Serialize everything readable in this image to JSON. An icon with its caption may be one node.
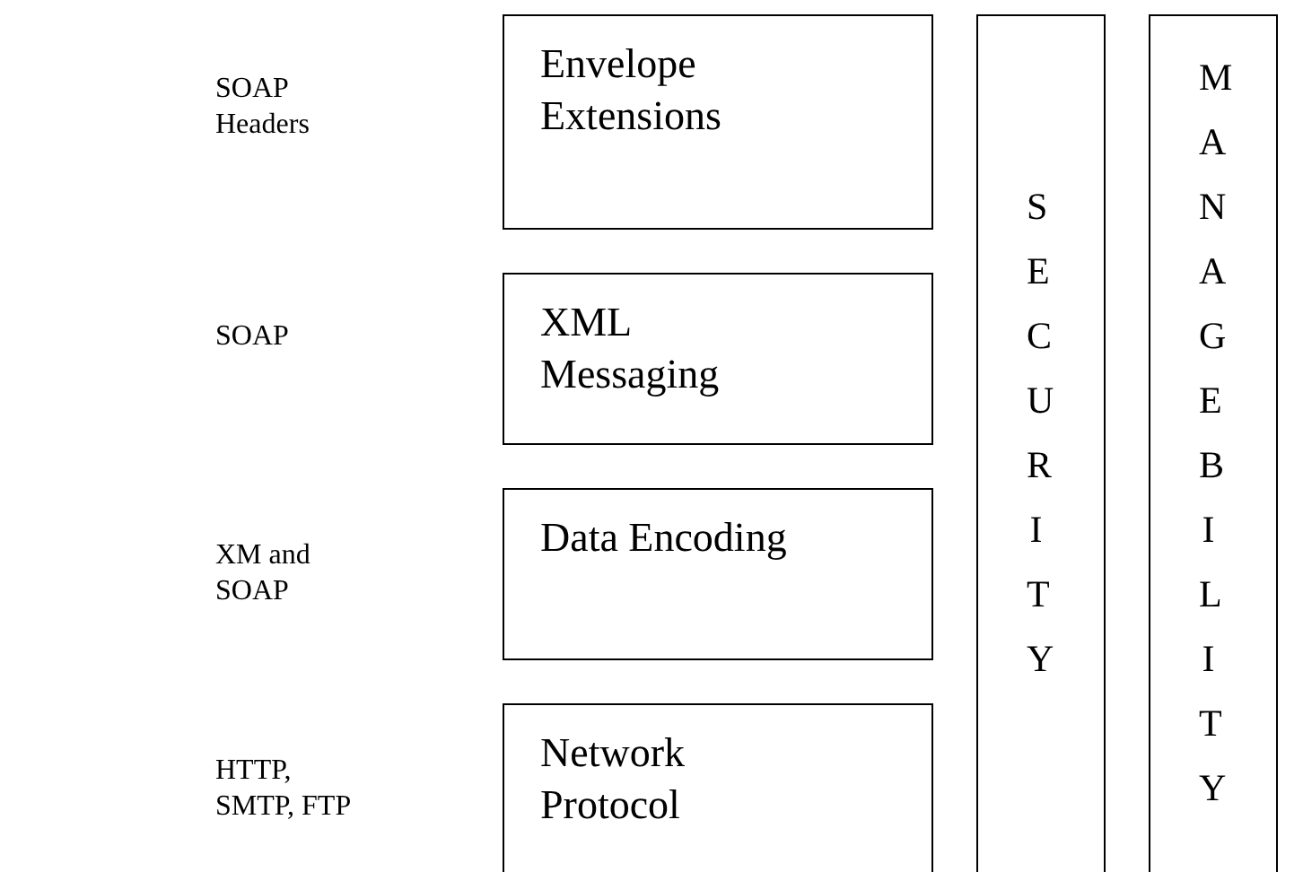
{
  "diagram": {
    "nodes": [
      {
        "text": [
          "Envelope Extensions"
        ]
      },
      {
        "text": [
          "XML Messaging"
        ]
      },
      {
        "text": [
          "Data Encoding"
        ]
      },
      {
        "text": [
          "Network Protocol"
        ]
      },
      {
        "text": [
          "SECURITY"
        ]
      },
      {
        "text": [
          "MANAGEBILITY"
        ]
      }
    ],
    "labels": [
      "SOAP Headers",
      "SOAP",
      "XM and SOAP",
      "HTTP, SMTP, FTP"
    ]
  }
}
